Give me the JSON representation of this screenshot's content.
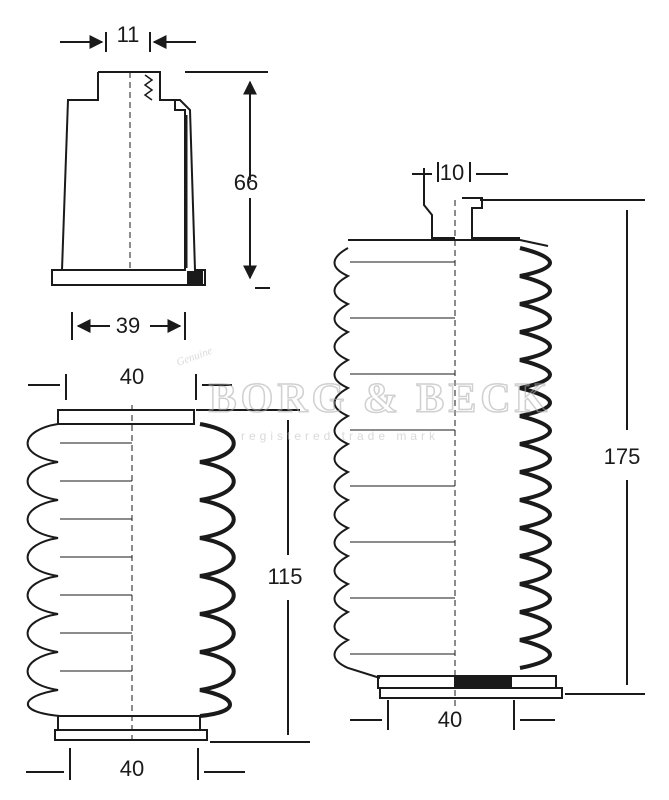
{
  "dimensions": {
    "cap_top_width": "11",
    "cap_height": "66",
    "cap_base_width": "39",
    "left_top_width": "40",
    "left_height": "115",
    "left_bottom_width": "40",
    "right_top_width": "10",
    "right_height": "175",
    "right_bottom_width": "40"
  },
  "watermark": {
    "brand": "BORG & BECK",
    "tagline": "registered trade mark",
    "script": "Genuine"
  },
  "colors": {
    "line": "#1a1a1a",
    "watermark": "#c8c8c8"
  }
}
